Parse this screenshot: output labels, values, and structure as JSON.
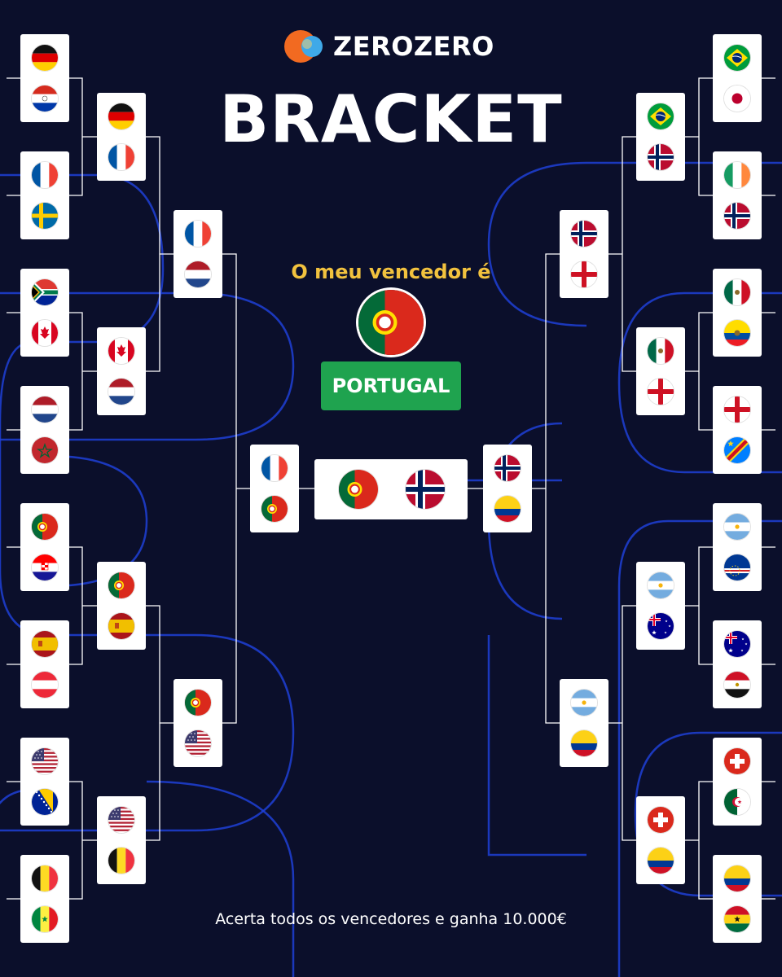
{
  "brand": {
    "name": "ZEROZERO"
  },
  "title": "BRACKET",
  "winner": {
    "label": "O meu vencedor é",
    "team": "PORTUGAL",
    "flag": "portugal"
  },
  "footer": "Acerta todos os vencedores e ganha 10.000€",
  "colors": {
    "background": "#0b0f2b",
    "lines": "#ffffff",
    "decor": "#1e3fd6",
    "title": "#ffffff",
    "winner_label": "#f2c23e",
    "winner_badge": "#1fa34f",
    "logo_orange": "#f26a21",
    "logo_blue": "#3fa9e8"
  },
  "bracket": {
    "left": {
      "round_of_32": [
        [
          "germany",
          "paraguay"
        ],
        [
          "france",
          "sweden"
        ],
        [
          "south-africa",
          "canada"
        ],
        [
          "netherlands",
          "morocco"
        ],
        [
          "portugal",
          "croatia"
        ],
        [
          "spain",
          "austria"
        ],
        [
          "usa",
          "bosnia"
        ],
        [
          "belgium",
          "senegal"
        ]
      ],
      "round_of_16": [
        [
          "germany",
          "france"
        ],
        [
          "canada",
          "netherlands"
        ],
        [
          "portugal",
          "spain"
        ],
        [
          "usa",
          "belgium"
        ]
      ],
      "quarter_finals": [
        [
          "france",
          "netherlands"
        ],
        [
          "portugal",
          "usa"
        ]
      ],
      "semi_final": [
        "france",
        "portugal"
      ]
    },
    "right": {
      "round_of_32": [
        [
          "brazil",
          "japan"
        ],
        [
          "ireland",
          "norway"
        ],
        [
          "mexico",
          "ecuador"
        ],
        [
          "england",
          "dr-congo"
        ],
        [
          "argentina",
          "cape-verde"
        ],
        [
          "australia",
          "egypt"
        ],
        [
          "switzerland",
          "algeria"
        ],
        [
          "colombia",
          "ghana"
        ]
      ],
      "round_of_16": [
        [
          "brazil",
          "norway"
        ],
        [
          "mexico",
          "england"
        ],
        [
          "argentina",
          "australia"
        ],
        [
          "switzerland",
          "colombia"
        ]
      ],
      "quarter_finals": [
        [
          "norway",
          "england"
        ],
        [
          "argentina",
          "colombia"
        ]
      ],
      "semi_final": [
        "norway",
        "colombia"
      ]
    },
    "final": [
      "portugal",
      "norway"
    ]
  }
}
